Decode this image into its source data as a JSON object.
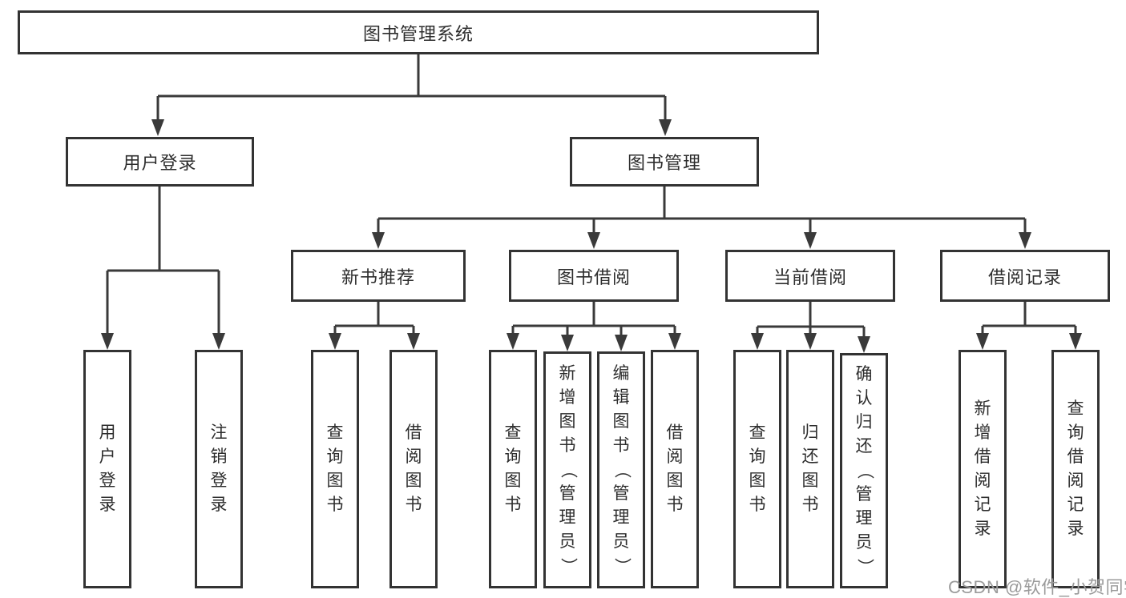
{
  "colors": {
    "line": "#3a3a3a",
    "border": "#333333",
    "text": "#2d2d2d",
    "background": "#ffffff",
    "watermark": "#9b9b9b"
  },
  "tree": {
    "root": {
      "label": "图书管理系统"
    },
    "login": {
      "label": "用户登录",
      "children": [
        {
          "label": "用户登录"
        },
        {
          "label": "注销登录"
        }
      ]
    },
    "management": {
      "label": "图书管理",
      "groups": [
        {
          "label": "新书推荐",
          "children": [
            {
              "label": "查询图书"
            },
            {
              "label": "借阅图书"
            }
          ]
        },
        {
          "label": "图书借阅",
          "children": [
            {
              "label": "查询图书"
            },
            {
              "label": "新增图书（管理员）"
            },
            {
              "label": "编辑图书（管理员）"
            },
            {
              "label": "借阅图书"
            }
          ]
        },
        {
          "label": "当前借阅",
          "children": [
            {
              "label": "查询图书"
            },
            {
              "label": "归还图书"
            },
            {
              "label": "确认归还（管理员）"
            }
          ]
        },
        {
          "label": "借阅记录",
          "children": [
            {
              "label": "新增借阅记录"
            },
            {
              "label": "查询借阅记录"
            }
          ]
        }
      ]
    }
  },
  "watermark": {
    "text": "CSDN @软件_小贺同学"
  }
}
